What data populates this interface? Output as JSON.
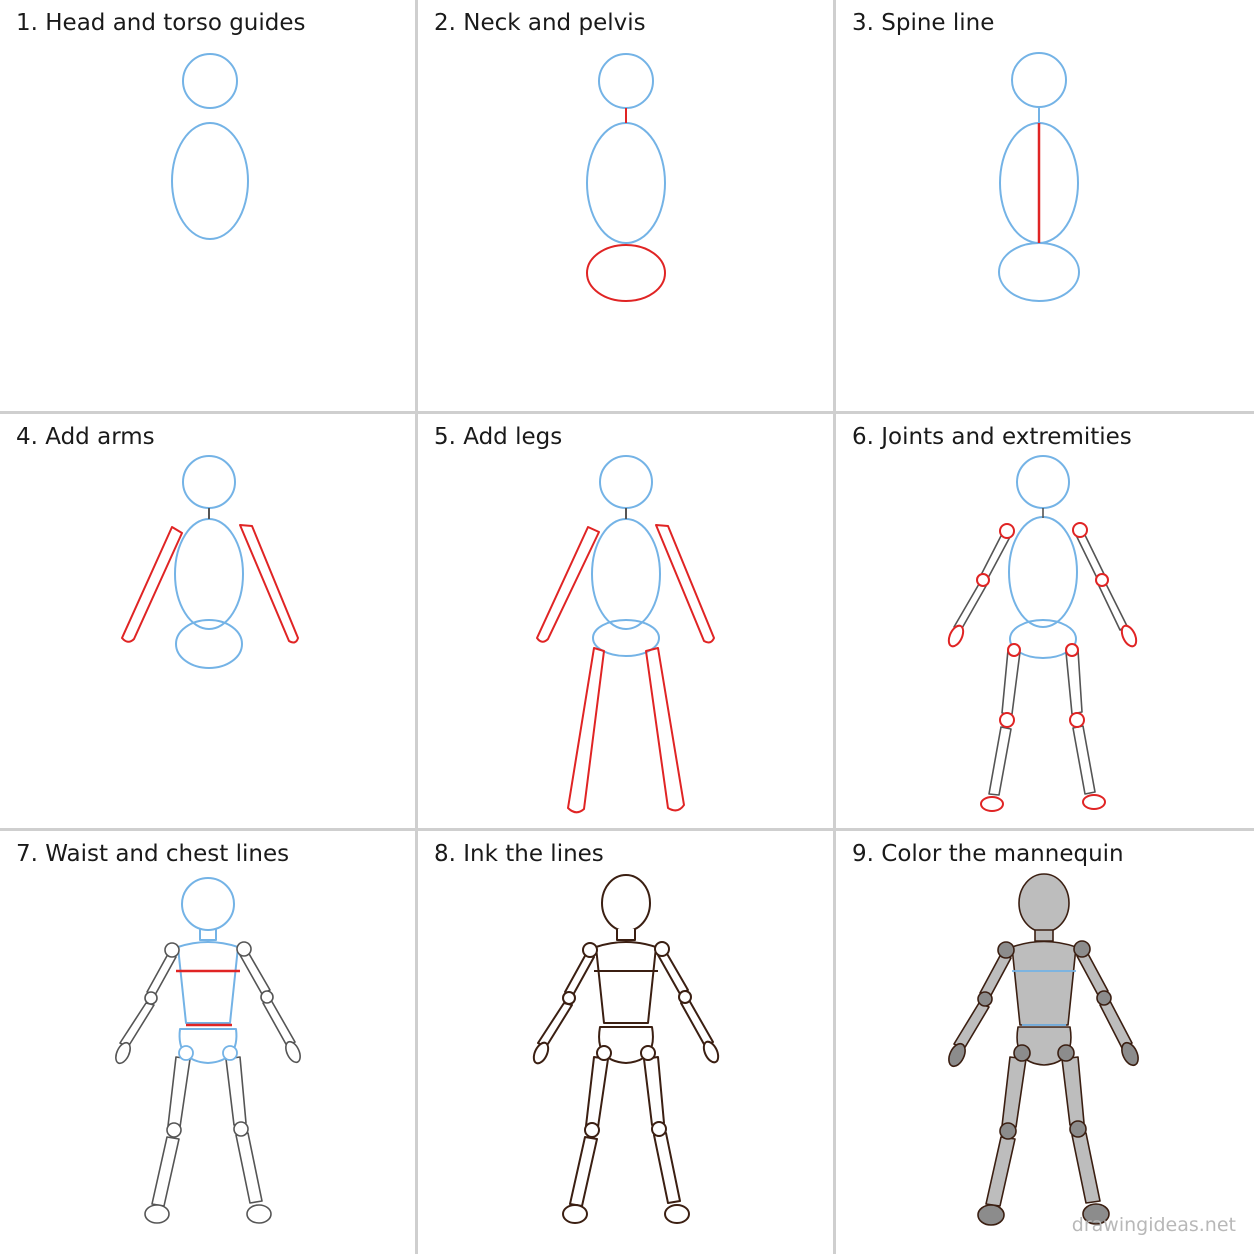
{
  "panels": [
    {
      "title": "1. Head and torso guides"
    },
    {
      "title": "2. Neck and pelvis"
    },
    {
      "title": "3. Spine line"
    },
    {
      "title": "4. Add arms"
    },
    {
      "title": "5. Add legs"
    },
    {
      "title": "6. Joints and extremities"
    },
    {
      "title": "7. Waist and chest lines"
    },
    {
      "title": "8. Ink the lines"
    },
    {
      "title": "9. Color the mannequin"
    }
  ],
  "watermark": "drawingideas.net",
  "colors": {
    "guide_blue": "#74b3e6",
    "new_red": "#e02424",
    "pencil_gray": "#555555",
    "ink_brown": "#3b1f12",
    "fill_gray": "#bdbdbd",
    "joint_gray": "#8c8c8c",
    "divider": "#cfcfcf"
  }
}
